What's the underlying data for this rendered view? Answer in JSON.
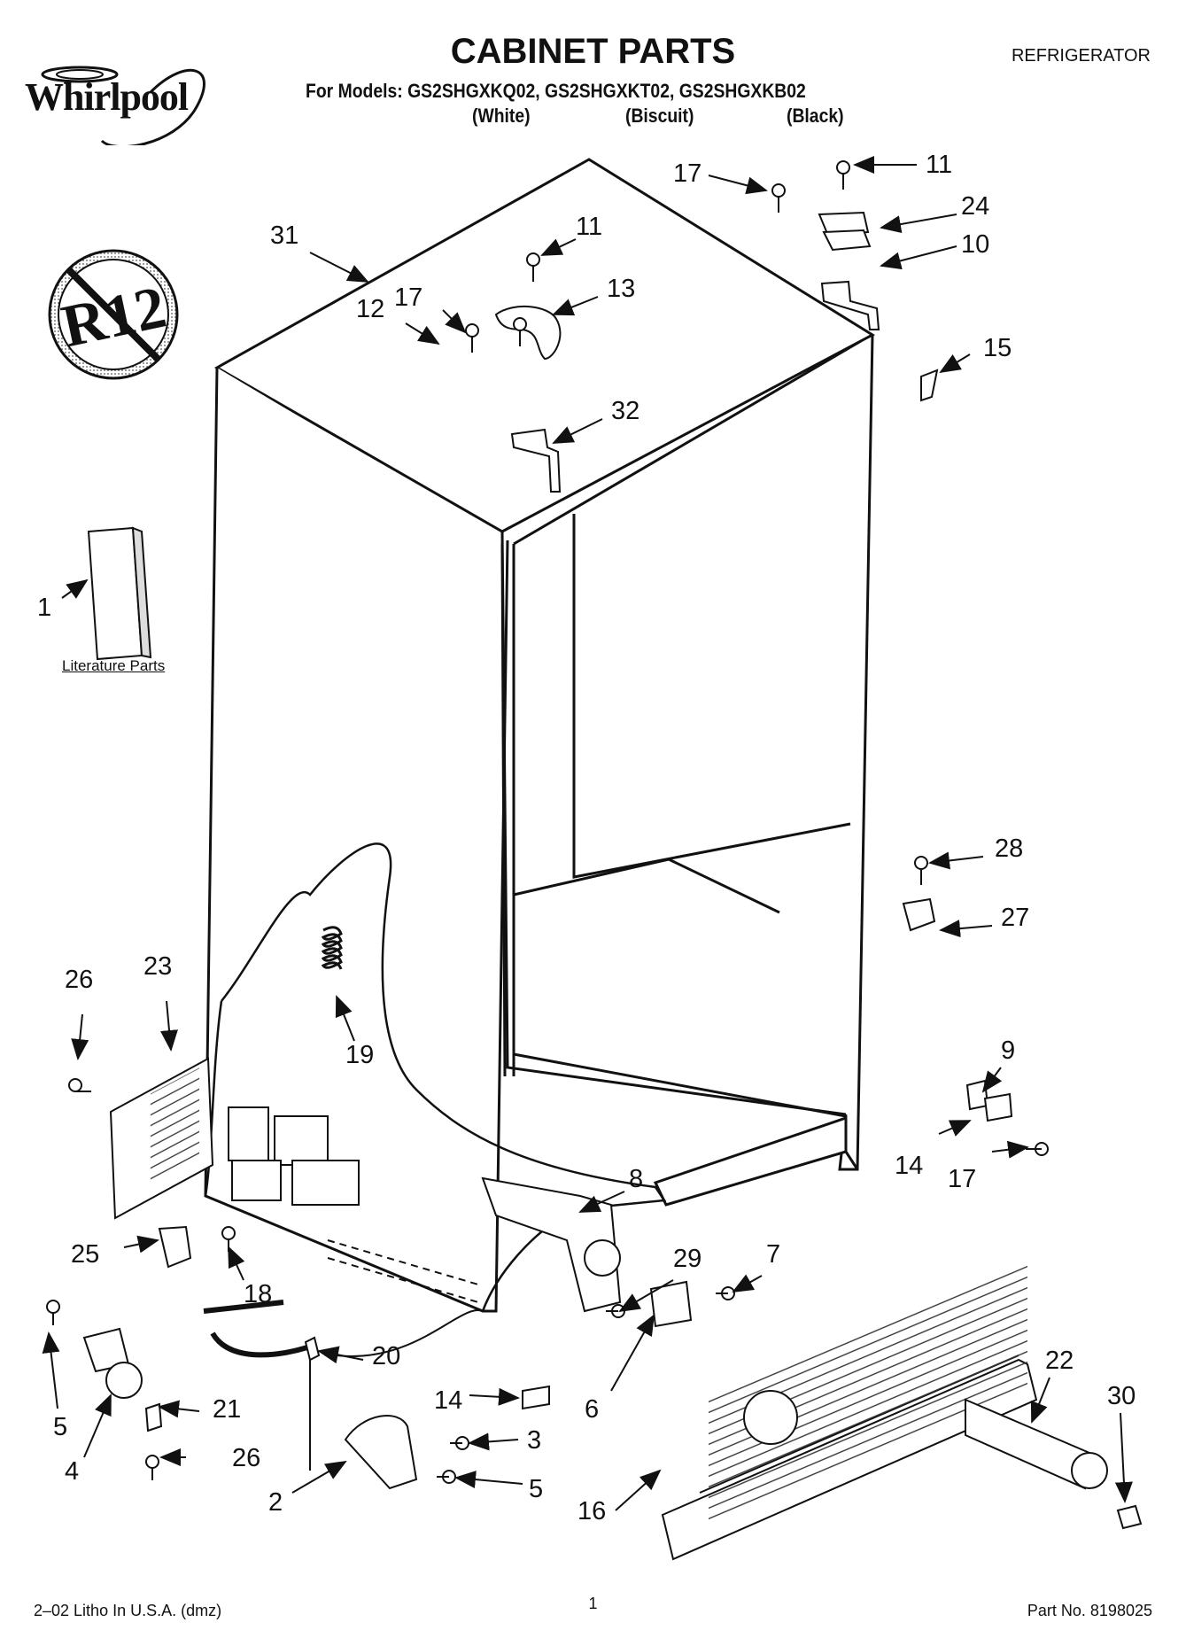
{
  "header": {
    "brand": "Whirlpool",
    "title": "CABINET PARTS",
    "appliance": "REFRIGERATOR",
    "models_line": "For Models: GS2SHGXKQ02, GS2SHGXKT02, GS2SHGXKB02",
    "colors": [
      "(White)",
      "(Biscuit)",
      "(Black)"
    ]
  },
  "badge": {
    "text": "R12"
  },
  "literature_label": "Literature Parts",
  "callouts": [
    {
      "id": "c31",
      "text": "31"
    },
    {
      "id": "c12",
      "text": "12"
    },
    {
      "id": "c17a",
      "text": "17"
    },
    {
      "id": "c11a",
      "text": "11"
    },
    {
      "id": "c13",
      "text": "13"
    },
    {
      "id": "c32",
      "text": "32"
    },
    {
      "id": "c17b",
      "text": "17"
    },
    {
      "id": "c11b",
      "text": "11"
    },
    {
      "id": "c24",
      "text": "24"
    },
    {
      "id": "c10",
      "text": "10"
    },
    {
      "id": "c15",
      "text": "15"
    },
    {
      "id": "c1",
      "text": "1"
    },
    {
      "id": "c28",
      "text": "28"
    },
    {
      "id": "c27",
      "text": "27"
    },
    {
      "id": "c26a",
      "text": "26"
    },
    {
      "id": "c23",
      "text": "23"
    },
    {
      "id": "c19",
      "text": "19"
    },
    {
      "id": "c9",
      "text": "9"
    },
    {
      "id": "c14a",
      "text": "14"
    },
    {
      "id": "c17c",
      "text": "17"
    },
    {
      "id": "c8",
      "text": "8"
    },
    {
      "id": "c25",
      "text": "25"
    },
    {
      "id": "c18",
      "text": "18"
    },
    {
      "id": "c29",
      "text": "29"
    },
    {
      "id": "c7",
      "text": "7"
    },
    {
      "id": "c20",
      "text": "20"
    },
    {
      "id": "c22",
      "text": "22"
    },
    {
      "id": "c30",
      "text": "30"
    },
    {
      "id": "c5a",
      "text": "5"
    },
    {
      "id": "c21",
      "text": "21"
    },
    {
      "id": "c14b",
      "text": "14"
    },
    {
      "id": "c6",
      "text": "6"
    },
    {
      "id": "c3",
      "text": "3"
    },
    {
      "id": "c4",
      "text": "4"
    },
    {
      "id": "c26b",
      "text": "26"
    },
    {
      "id": "c5b",
      "text": "5"
    },
    {
      "id": "c2",
      "text": "2"
    },
    {
      "id": "c16",
      "text": "16"
    }
  ],
  "footer": {
    "left": "2–02 Litho In U.S.A. (dmz)",
    "page": "1",
    "part_no": "Part No. 8198025"
  }
}
